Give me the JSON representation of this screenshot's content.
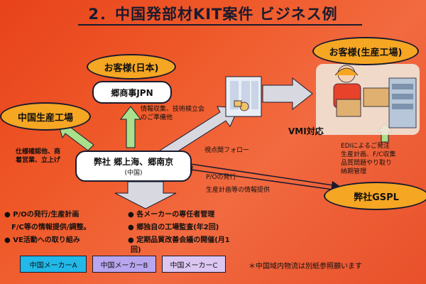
{
  "title": "2．中国発部材KIT案件 ビジネス例",
  "nodes": {
    "customer_japan": "お客様(日本)",
    "sales_jpn": "郷商事JPN",
    "china_factory": "中国生産工場",
    "customer_factory": "お客様(生産工場)",
    "our_shanghai": "弊社 郷上海、郷南京",
    "our_shanghai_sub": "(中国)",
    "our_gspl": "弊社GSPL"
  },
  "labels": {
    "info_collect_1": "情報収集、技術検立会",
    "info_collect_2": "のご準備他",
    "spec_confirm_1": "仕様確認他、商",
    "spec_confirm_2": "着営業、立上げ",
    "vmi": "VMI対応",
    "edi_1": "EDIによるご発注",
    "edi_2": "生産計画、F/C収集",
    "edi_3": "品質問題やり取り",
    "edi_4": "納期管理",
    "follow": "視点間フォロー",
    "po_issue": "P/Oの発行",
    "plan_info": "生産計画等の情報提供"
  },
  "bullets_left": [
    "● P/Oの発行/生産計画",
    "F/C等の情報提供/調整。",
    "● VE活動への取り組み"
  ],
  "bullets_right": [
    "● 各メーカーの専任者管理",
    "● 郷独自の工場監査(年2回)",
    "● 定期品質改善会議の開催(月1",
    "回)"
  ],
  "makers": [
    "中国メーカーA",
    "中国メーカーB",
    "中国メーカーC"
  ],
  "footnote": "＊中国域内物流は別紙参照願います",
  "colors": {
    "ellipse": "#f5a623",
    "maker_a": "#22b8e8",
    "maker_b": "#b9a6f0",
    "maker_c": "#dcc6f2",
    "arrow_green": "#a8e08c"
  }
}
